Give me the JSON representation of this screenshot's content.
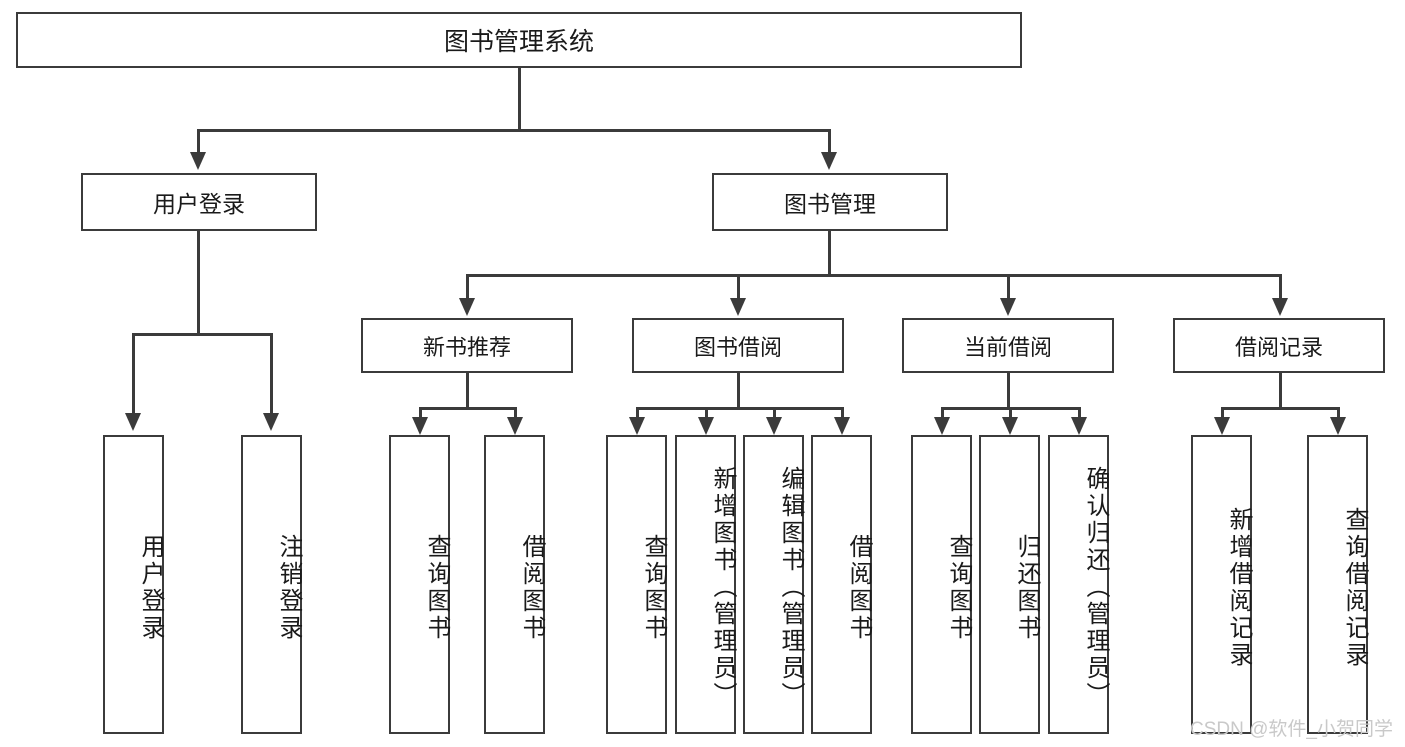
{
  "diagram": {
    "title_node": {
      "label": "图书管理系统"
    },
    "level2": [
      {
        "id": "user-login",
        "label": "用户登录"
      },
      {
        "id": "book-management",
        "label": "图书管理"
      }
    ],
    "level3": [
      {
        "id": "new-book-recommend",
        "label": "新书推荐"
      },
      {
        "id": "book-borrow",
        "label": "图书借阅"
      },
      {
        "id": "current-borrow",
        "label": "当前借阅"
      },
      {
        "id": "borrow-record",
        "label": "借阅记录"
      }
    ],
    "leaves": {
      "user_login": [
        {
          "id": "leaf-user-login",
          "label": "用户登录"
        },
        {
          "id": "leaf-logout-login",
          "label": "注销登录"
        }
      ],
      "new_book_recommend": [
        {
          "id": "leaf-query-book-1",
          "label": "查询图书"
        },
        {
          "id": "leaf-borrow-book-1",
          "label": "借阅图书"
        }
      ],
      "book_borrow": [
        {
          "id": "leaf-query-book-2",
          "label": "查询图书"
        },
        {
          "id": "leaf-add-book",
          "label": "新增图书（管理员）"
        },
        {
          "id": "leaf-edit-book",
          "label": "编辑图书（管理员）"
        },
        {
          "id": "leaf-borrow-book-2",
          "label": "借阅图书"
        }
      ],
      "current_borrow": [
        {
          "id": "leaf-query-book-3",
          "label": "查询图书"
        },
        {
          "id": "leaf-return-book",
          "label": "归还图书"
        },
        {
          "id": "leaf-confirm-return",
          "label": "确认归还（管理员）"
        }
      ],
      "borrow_record": [
        {
          "id": "leaf-add-record",
          "label": "新增借阅记录"
        },
        {
          "id": "leaf-query-record",
          "label": "查询借阅记录"
        }
      ]
    }
  },
  "watermark": {
    "text": "CSDN @软件_小贺同学"
  },
  "colors": {
    "stroke": "#3b3b3b",
    "fill": "#ffffff",
    "text": "#1a1a1a",
    "watermark": "#c9c9c9"
  }
}
